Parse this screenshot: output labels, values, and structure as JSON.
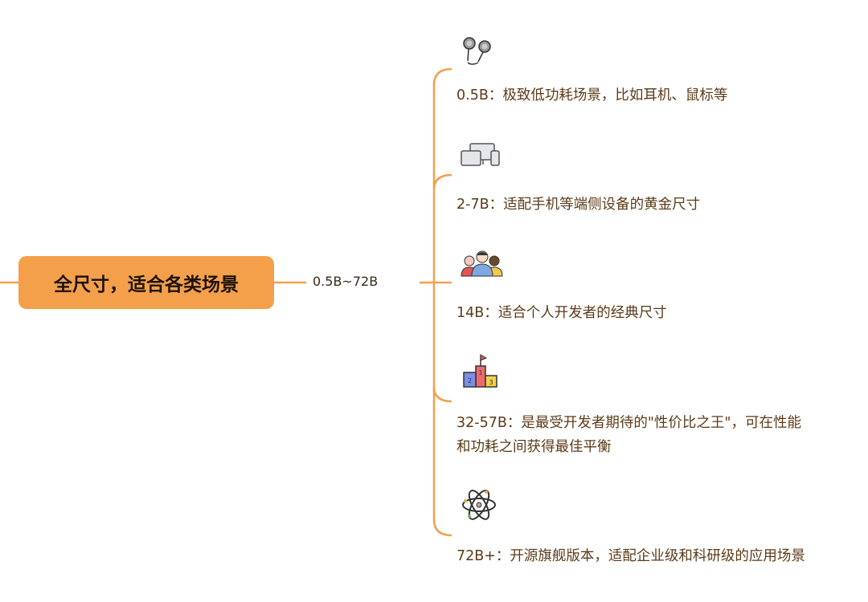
{
  "root": {
    "label": "全尺寸，适合各类场景"
  },
  "range_label": "0.5B~72B",
  "colors": {
    "accent": "#f4a04b",
    "text": "#5b3b18"
  },
  "nodes": [
    {
      "icon": "earphones-icon",
      "text": "0.5B：极致低功耗场景，比如耳机、鼠标等"
    },
    {
      "icon": "devices-icon",
      "text": "2-7B：适配手机等端侧设备的黄金尺寸"
    },
    {
      "icon": "people-icon",
      "text": "14B：适合个人开发者的经典尺寸"
    },
    {
      "icon": "podium-icon",
      "text": "32-57B：是最受开发者期待的\"性价比之王\"，可在性能和功耗之间获得最佳平衡"
    },
    {
      "icon": "atom-icon",
      "text": "72B+：开源旗舰版本，适配企业级和科研级的应用场景"
    }
  ]
}
